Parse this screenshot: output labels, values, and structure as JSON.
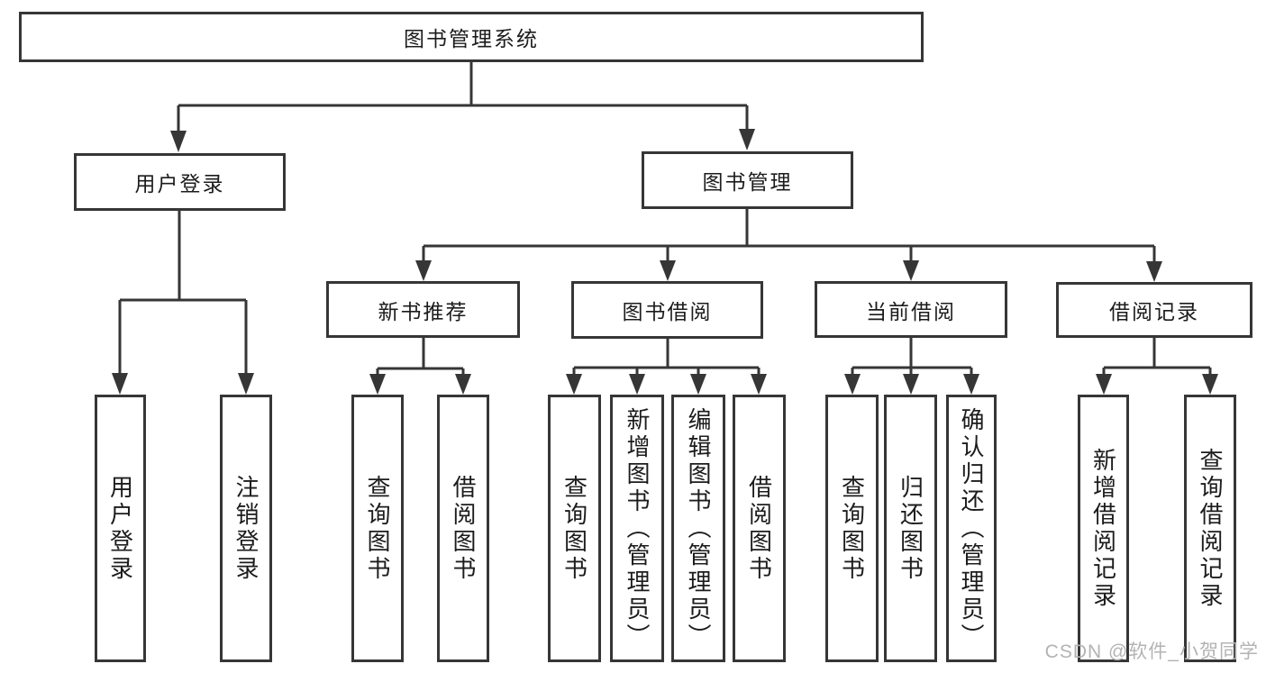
{
  "title": "图书管理系统",
  "nodes": {
    "root": {
      "label": "图书管理系统"
    },
    "user_login": {
      "label": "用户登录"
    },
    "book_mgmt": {
      "label": "图书管理"
    },
    "new_book_rec": {
      "label": "新书推荐"
    },
    "book_borrow": {
      "label": "图书借阅"
    },
    "current_borrow": {
      "label": "当前借阅"
    },
    "borrow_record": {
      "label": "借阅记录"
    },
    "login_user_login": {
      "label": "用户登录"
    },
    "login_logout": {
      "label": "注销登录"
    },
    "rec_query_book": {
      "label": "查询图书"
    },
    "rec_borrow_book": {
      "label": "借阅图书"
    },
    "borrow_query_book": {
      "label": "查询图书"
    },
    "borrow_add_book": {
      "label": "新增图书（管理员）"
    },
    "borrow_edit_book": {
      "label": "编辑图书（管理员）"
    },
    "borrow_borrow_book": {
      "label": "借阅图书"
    },
    "current_query_book": {
      "label": "查询图书"
    },
    "current_return_book": {
      "label": "归还图书"
    },
    "current_confirm_return": {
      "label": "确认归还（管理员）"
    },
    "record_add_record": {
      "label": "新增借阅记录"
    },
    "record_query_record": {
      "label": "查询借阅记录"
    }
  },
  "watermark": {
    "text": "CSDN @软件_小贺同学"
  },
  "colors": {
    "line": "#363636",
    "box_border": "#363636",
    "text": "#1c1c1c",
    "watermark": "#b3b3b3",
    "background": "#ffffff"
  }
}
